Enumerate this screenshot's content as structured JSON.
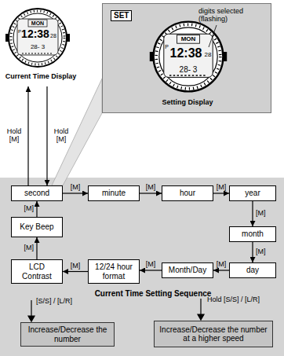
{
  "diagram": {
    "nodes": [
      {
        "text": [
          "Current Time Display"
        ]
      },
      {
        "text": [
          "SET",
          "digits selected (flashing)",
          "Setting Display"
        ]
      },
      {
        "text": [
          "Current Time Setting Sequence"
        ]
      },
      {
        "text": [
          "second"
        ],
        "in": 2
      },
      {
        "text": [
          "minute"
        ],
        "in": 2
      },
      {
        "text": [
          "hour"
        ],
        "in": 2
      },
      {
        "text": [
          "year"
        ],
        "in": 2
      },
      {
        "text": [
          "month"
        ],
        "in": 2
      },
      {
        "text": [
          "day"
        ],
        "in": 2
      },
      {
        "text": [
          "Month/Day"
        ],
        "in": 2
      },
      {
        "text": [
          "12/24 hour format"
        ],
        "in": 2
      },
      {
        "text": [
          "LCD Contrast"
        ],
        "in": 2
      },
      {
        "text": [
          "Key Beep"
        ],
        "in": 2
      },
      {
        "text": [
          "Increase/Decrease the number"
        ],
        "in": 2
      },
      {
        "text": [
          "Increase/Decrease the number at a higher speed"
        ],
        "in": 2
      }
    ],
    "edges": [
      {
        "from": 3,
        "to": 0,
        "arrow": "to",
        "label": "Hold [M]"
      },
      {
        "from": 0,
        "to": 3,
        "arrow": "to",
        "label": "Hold [M]"
      },
      {
        "from": 3,
        "to": 4,
        "arrow": "to",
        "label": "[M]"
      },
      {
        "from": 4,
        "to": 5,
        "arrow": "to",
        "label": "[M]"
      },
      {
        "from": 5,
        "to": 6,
        "arrow": "to",
        "label": "[M]"
      },
      {
        "from": 6,
        "to": 7,
        "arrow": "to",
        "label": "[M]"
      },
      {
        "from": 7,
        "to": 8,
        "arrow": "to",
        "label": "[M]"
      },
      {
        "from": 8,
        "to": 9,
        "arrow": "to",
        "label": "[M]"
      },
      {
        "from": 9,
        "to": 10,
        "arrow": "to",
        "label": "[M]"
      },
      {
        "from": 10,
        "to": 11,
        "arrow": "to",
        "label": "[M]"
      },
      {
        "from": 11,
        "to": 12,
        "arrow": "to",
        "label": "[M]"
      },
      {
        "from": 12,
        "to": 3,
        "arrow": "to",
        "label": "[M]"
      }
    ],
    "labels": [
      "P",
      "MON",
      "12:38",
      "28",
      "28- 3",
      "P",
      "MON",
      "12:38",
      "28",
      "28- 3",
      "[S/S] / [L/R]",
      "Hold [S/S] / [L/R]"
    ]
  }
}
